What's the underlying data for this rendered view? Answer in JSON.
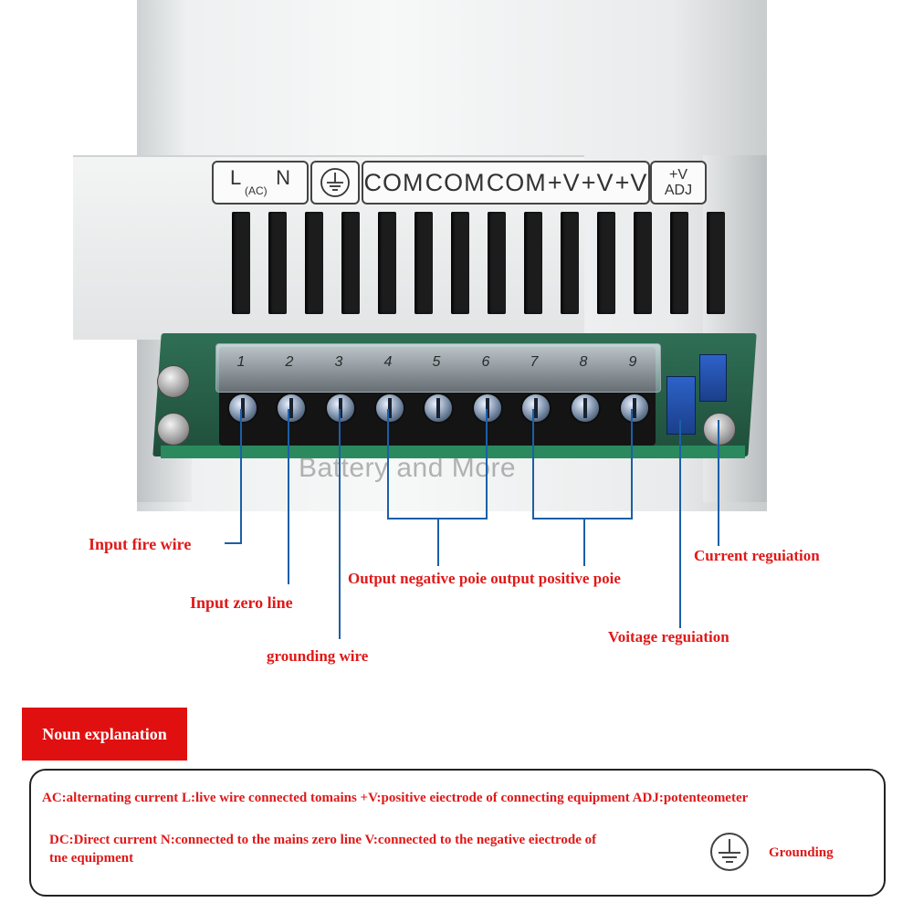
{
  "legend": {
    "l": "L",
    "n": "N",
    "ac": "(AC)",
    "outputs": [
      "COM",
      "COM",
      "COM",
      "+V",
      "+V",
      "+V"
    ],
    "adj_top": "+V",
    "adj_bottom": "ADJ"
  },
  "terminal_numbers": [
    "1",
    "2",
    "3",
    "4",
    "5",
    "6",
    "7",
    "8",
    "9"
  ],
  "watermark": "Battery and More",
  "callouts": {
    "input_fire_wire": "Input fire wire",
    "input_zero_line": "Input zero line",
    "grounding_wire": "grounding wire",
    "output_poles": "Output negative poie output positive poie",
    "current_regulation": "Current reguiation",
    "voltage_regulation": "Voitage reguiation"
  },
  "noun_explanation": {
    "title": "Noun explanation",
    "line1": "AC:alternating current L:live wire connected tomains +V:positive eiectrode of connecting equipment ADJ:potenteometer",
    "line2a": "DC:Direct current N:connected to the mains zero line V:connected to the negative eiectrode of",
    "line2b": "tne equipment",
    "grounding": "Grounding"
  },
  "colors": {
    "label_red": "#e01818",
    "tab_red": "#e01010",
    "board_green": "#1f4e3b",
    "pot_blue": "#2d62c9"
  }
}
